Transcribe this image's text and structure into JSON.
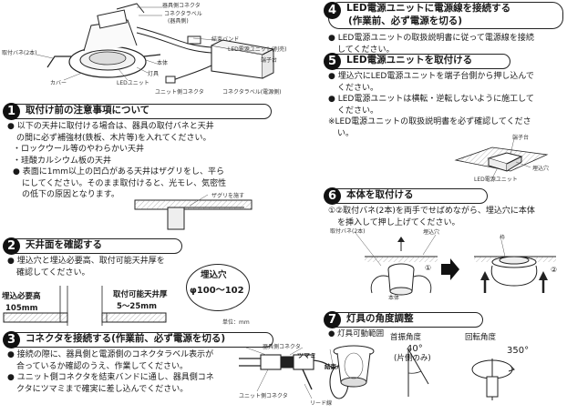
{
  "fixture_diagram": {
    "labels": {
      "terminal_connector": "器具側コネクタ",
      "connector_label": "コネクタラベル",
      "connector_label_sub": "(器具側)",
      "mounting_spring": "取付バネ(2本)",
      "binding_band": "結束バンド",
      "led_power_unit": "LED電源ユニット(別売)",
      "terminal_block": "端子台",
      "body": "本体",
      "lamp": "灯具",
      "cover": "カバー",
      "led_unit": "LEDユニット",
      "unit_connector": "ユニット側コネクタ",
      "connector_label_power": "コネクタラベル(電源側)"
    }
  },
  "section1": {
    "number": "1",
    "title": "取付け前の注意事項について",
    "lines": [
      "以下の天井に取付ける場合は、器具の取付バネと天井",
      "の間に必ず補強材(鉄板、木片等)を入れてください。",
      "・ロックウール等のやわらかい天井",
      "・珪酸カルシウム板の天井",
      "表面に1mm以上の凹凸がある天井はザグリをし、平ら",
      "にしてください。そのまま取付けると、光モレ、気密性",
      "の低下の原因となります。"
    ],
    "zaguri_label": "ザグリを施す"
  },
  "section2": {
    "number": "2",
    "title": "天井面を確認する",
    "lines": [
      "埋込穴と埋込必要高、取付可能天井厚を",
      "確認してください。"
    ],
    "required_height_label": "埋込必要高",
    "required_height_value": "105mm",
    "thickness_label": "取付可能天井厚",
    "thickness_value": "5〜25mm",
    "hole_label": "埋込穴",
    "hole_value": "φ100〜102",
    "unit_note": "単位：mm"
  },
  "section3": {
    "number": "3",
    "title": "コネクタを接続する(作業前、必ず電源を切る)",
    "lines": [
      "接続の際に、器具側と電源側のコネクタラベル表示が",
      "合っているか確認のうえ、作業してください。",
      "ユニット側コネクタを結束バンドに通し、器具側コネ",
      "クタにツマミまで確実に差し込んでください。"
    ],
    "labels": {
      "fixture_connector": "器具側コネクタ",
      "knob": "ツマミ",
      "binding_band": "結束バンド",
      "unit_connector": "ユニット側コネクタ",
      "lead_wire": "リード線"
    }
  },
  "section4": {
    "number": "4",
    "title_line1": "LED電源ユニットに電源線を接続する",
    "title_line2": "(作業前、必ず電源を切る)",
    "lines": [
      "LED電源ユニットの取扱説明書に従って電源線を接続",
      "してください。"
    ]
  },
  "section5": {
    "number": "5",
    "title": "LED電源ユニットを取付ける",
    "lines": [
      "埋込穴にLED電源ユニットを端子台側から押し込んで",
      "ください。",
      "LED電源ユニットは横転・逆転しないように施工して",
      "ください。",
      "※LED電源ユニットの取扱説明書を必ず確認してくださ",
      "い。"
    ],
    "labels": {
      "terminal_block": "端子台",
      "ceiling": "埋込穴",
      "unit": "LED電源ユニット"
    }
  },
  "section6": {
    "number": "6",
    "title": "本体を取付ける",
    "lines": [
      "①②取付バネ(2本)を両手でせばめながら、埋込穴に本体",
      "を挿入して押し上げてください。"
    ],
    "labels": {
      "spring": "取付バネ(2本)",
      "hole": "埋込穴",
      "body": "本体",
      "frame": "枠",
      "step1": "①",
      "step2": "②"
    }
  },
  "section7": {
    "number": "7",
    "title": "灯具の角度調整",
    "subtitle": "灯具可動範囲",
    "tilt_label": "首振角度",
    "tilt_value": "40°",
    "tilt_note": "(片側のみ)",
    "rotation_label": "回転角度",
    "rotation_value": "350°"
  }
}
